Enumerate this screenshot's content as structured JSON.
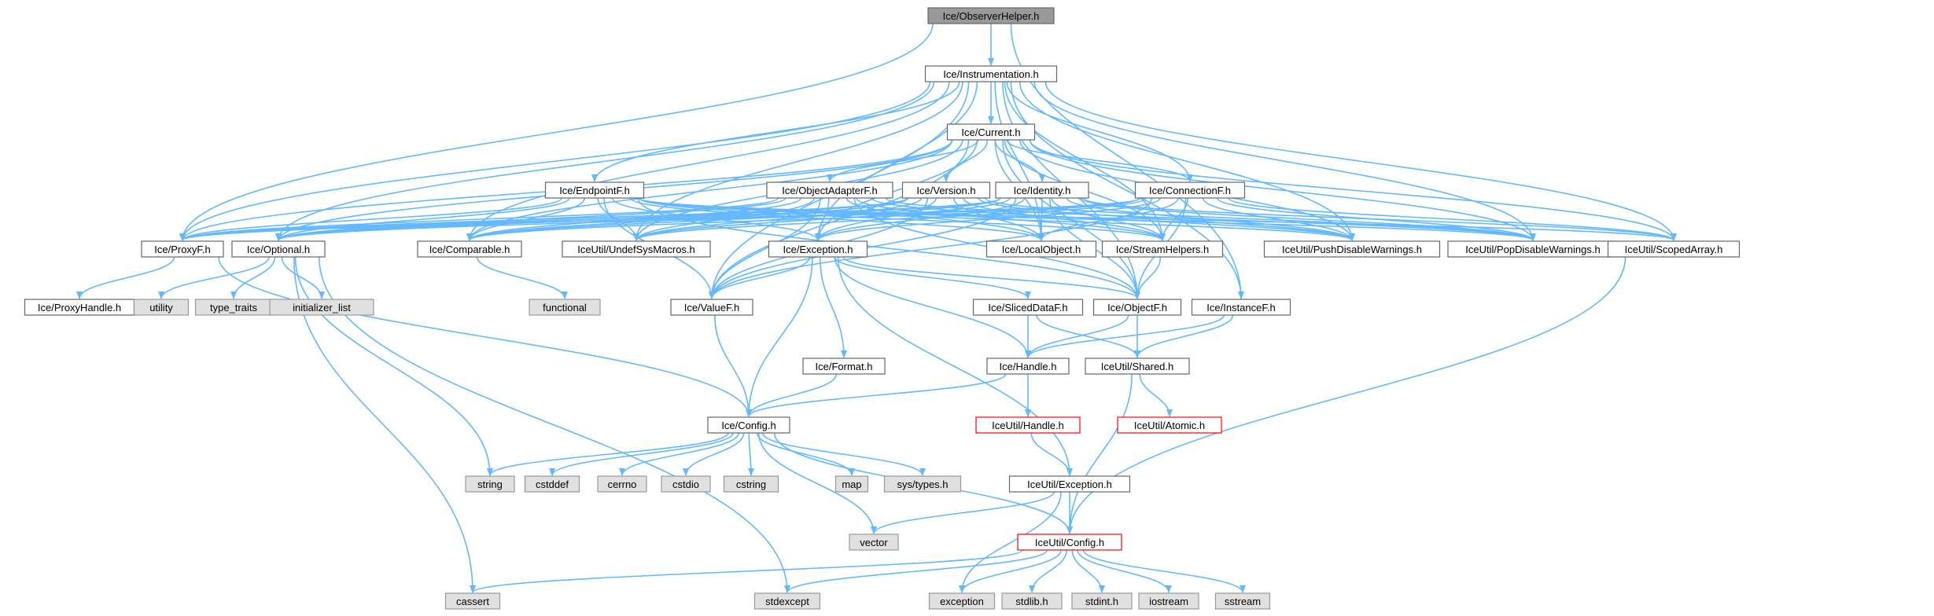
{
  "title": "Ice/ObserverHelper.h",
  "colors": {
    "edge": "#63b8ff",
    "root_fill": "#999999",
    "root_border": "#666666",
    "file_fill": "#ffffff",
    "file_border": "#666666",
    "system_fill": "#e0e0e0",
    "system_border": "#999999",
    "truncated_border": "#ff0000"
  },
  "nodes": [
    {
      "id": "root",
      "label": "Ice/ObserverHelper.h",
      "kind": "root"
    },
    {
      "id": "instr",
      "label": "Ice/Instrumentation.h",
      "kind": "file"
    },
    {
      "id": "current",
      "label": "Ice/Current.h",
      "kind": "file"
    },
    {
      "id": "endpointF",
      "label": "Ice/EndpointF.h",
      "kind": "file"
    },
    {
      "id": "adapterF",
      "label": "Ice/ObjectAdapterF.h",
      "kind": "file"
    },
    {
      "id": "version",
      "label": "Ice/Version.h",
      "kind": "file"
    },
    {
      "id": "identity",
      "label": "Ice/Identity.h",
      "kind": "file"
    },
    {
      "id": "connF",
      "label": "Ice/ConnectionF.h",
      "kind": "file"
    },
    {
      "id": "proxyF",
      "label": "Ice/ProxyF.h",
      "kind": "file"
    },
    {
      "id": "optional",
      "label": "Ice/Optional.h",
      "kind": "file"
    },
    {
      "id": "comparable",
      "label": "Ice/Comparable.h",
      "kind": "file"
    },
    {
      "id": "undef",
      "label": "IceUtil/UndefSysMacros.h",
      "kind": "file"
    },
    {
      "id": "exception",
      "label": "Ice/Exception.h",
      "kind": "file"
    },
    {
      "id": "localobj",
      "label": "Ice/LocalObject.h",
      "kind": "file"
    },
    {
      "id": "streamh",
      "label": "Ice/StreamHelpers.h",
      "kind": "file"
    },
    {
      "id": "push",
      "label": "IceUtil/PushDisableWarnings.h",
      "kind": "file"
    },
    {
      "id": "pop",
      "label": "IceUtil/PopDisableWarnings.h",
      "kind": "file"
    },
    {
      "id": "scoped",
      "label": "IceUtil/ScopedArray.h",
      "kind": "file"
    },
    {
      "id": "proxyhandle",
      "label": "Ice/ProxyHandle.h",
      "kind": "file"
    },
    {
      "id": "utility",
      "label": "utility",
      "kind": "system"
    },
    {
      "id": "typetraits",
      "label": "type_traits",
      "kind": "system"
    },
    {
      "id": "initlist",
      "label": "initializer_list",
      "kind": "system"
    },
    {
      "id": "functional",
      "label": "functional",
      "kind": "system"
    },
    {
      "id": "valueF",
      "label": "Ice/ValueF.h",
      "kind": "file"
    },
    {
      "id": "slicedF",
      "label": "Ice/SlicedDataF.h",
      "kind": "file"
    },
    {
      "id": "objectF",
      "label": "Ice/ObjectF.h",
      "kind": "file"
    },
    {
      "id": "instanceF",
      "label": "Ice/InstanceF.h",
      "kind": "file"
    },
    {
      "id": "format",
      "label": "Ice/Format.h",
      "kind": "file"
    },
    {
      "id": "handle",
      "label": "Ice/Handle.h",
      "kind": "file"
    },
    {
      "id": "shared",
      "label": "IceUtil/Shared.h",
      "kind": "file"
    },
    {
      "id": "uhandle",
      "label": "IceUtil/Handle.h",
      "kind": "truncated"
    },
    {
      "id": "atomic",
      "label": "IceUtil/Atomic.h",
      "kind": "truncated"
    },
    {
      "id": "config",
      "label": "Ice/Config.h",
      "kind": "file"
    },
    {
      "id": "string",
      "label": "string",
      "kind": "system"
    },
    {
      "id": "cstddef",
      "label": "cstddef",
      "kind": "system"
    },
    {
      "id": "cerrno",
      "label": "cerrno",
      "kind": "system"
    },
    {
      "id": "cstdio",
      "label": "cstdio",
      "kind": "system"
    },
    {
      "id": "cstring",
      "label": "cstring",
      "kind": "system"
    },
    {
      "id": "map",
      "label": "map",
      "kind": "system"
    },
    {
      "id": "systypes",
      "label": "sys/types.h",
      "kind": "system"
    },
    {
      "id": "uexception",
      "label": "IceUtil/Exception.h",
      "kind": "file"
    },
    {
      "id": "vector",
      "label": "vector",
      "kind": "system"
    },
    {
      "id": "uconfig",
      "label": "IceUtil/Config.h",
      "kind": "truncated"
    },
    {
      "id": "cassert",
      "label": "cassert",
      "kind": "system"
    },
    {
      "id": "stdexcept",
      "label": "stdexcept",
      "kind": "system"
    },
    {
      "id": "exceptionstd",
      "label": "exception",
      "kind": "system"
    },
    {
      "id": "stdlib",
      "label": "stdlib.h",
      "kind": "system"
    },
    {
      "id": "stdint",
      "label": "stdint.h",
      "kind": "system"
    },
    {
      "id": "iostream",
      "label": "iostream",
      "kind": "system"
    },
    {
      "id": "sstream",
      "label": "sstream",
      "kind": "system"
    }
  ],
  "edges": [
    [
      "root",
      "instr"
    ],
    [
      "root",
      "proxyF"
    ],
    [
      "root",
      "instanceF"
    ],
    [
      "instr",
      "current"
    ],
    [
      "instr",
      "endpointF"
    ],
    [
      "instr",
      "connF"
    ],
    [
      "instr",
      "proxyF"
    ],
    [
      "instr",
      "optional"
    ],
    [
      "instr",
      "comparable"
    ],
    [
      "instr",
      "undef"
    ],
    [
      "instr",
      "exception"
    ],
    [
      "instr",
      "localobj"
    ],
    [
      "instr",
      "streamh"
    ],
    [
      "instr",
      "push"
    ],
    [
      "instr",
      "pop"
    ],
    [
      "instr",
      "scoped"
    ],
    [
      "instr",
      "objectF"
    ],
    [
      "instr",
      "valueF"
    ],
    [
      "instr",
      "instanceF"
    ],
    [
      "current",
      "adapterF"
    ],
    [
      "current",
      "version"
    ],
    [
      "current",
      "identity"
    ],
    [
      "current",
      "connF"
    ],
    [
      "current",
      "proxyF"
    ],
    [
      "current",
      "optional"
    ],
    [
      "current",
      "comparable"
    ],
    [
      "current",
      "undef"
    ],
    [
      "current",
      "exception"
    ],
    [
      "current",
      "localobj"
    ],
    [
      "current",
      "streamh"
    ],
    [
      "current",
      "push"
    ],
    [
      "current",
      "pop"
    ],
    [
      "current",
      "scoped"
    ],
    [
      "current",
      "objectF"
    ],
    [
      "current",
      "valueF"
    ],
    [
      "endpointF",
      "proxyF"
    ],
    [
      "endpointF",
      "optional"
    ],
    [
      "endpointF",
      "comparable"
    ],
    [
      "endpointF",
      "undef"
    ],
    [
      "endpointF",
      "exception"
    ],
    [
      "endpointF",
      "localobj"
    ],
    [
      "endpointF",
      "streamh"
    ],
    [
      "endpointF",
      "push"
    ],
    [
      "endpointF",
      "pop"
    ],
    [
      "endpointF",
      "scoped"
    ],
    [
      "endpointF",
      "valueF"
    ],
    [
      "endpointF",
      "objectF"
    ],
    [
      "adapterF",
      "proxyF"
    ],
    [
      "adapterF",
      "optional"
    ],
    [
      "adapterF",
      "comparable"
    ],
    [
      "adapterF",
      "undef"
    ],
    [
      "adapterF",
      "exception"
    ],
    [
      "adapterF",
      "localobj"
    ],
    [
      "adapterF",
      "streamh"
    ],
    [
      "adapterF",
      "push"
    ],
    [
      "adapterF",
      "pop"
    ],
    [
      "adapterF",
      "valueF"
    ],
    [
      "adapterF",
      "objectF"
    ],
    [
      "version",
      "proxyF"
    ],
    [
      "version",
      "optional"
    ],
    [
      "version",
      "comparable"
    ],
    [
      "version",
      "undef"
    ],
    [
      "version",
      "exception"
    ],
    [
      "version",
      "localobj"
    ],
    [
      "version",
      "streamh"
    ],
    [
      "version",
      "push"
    ],
    [
      "version",
      "pop"
    ],
    [
      "version",
      "valueF"
    ],
    [
      "identity",
      "proxyF"
    ],
    [
      "identity",
      "optional"
    ],
    [
      "identity",
      "comparable"
    ],
    [
      "identity",
      "undef"
    ],
    [
      "identity",
      "exception"
    ],
    [
      "identity",
      "localobj"
    ],
    [
      "identity",
      "streamh"
    ],
    [
      "identity",
      "push"
    ],
    [
      "identity",
      "pop"
    ],
    [
      "identity",
      "scoped"
    ],
    [
      "identity",
      "valueF"
    ],
    [
      "identity",
      "objectF"
    ],
    [
      "connF",
      "proxyF"
    ],
    [
      "connF",
      "optional"
    ],
    [
      "connF",
      "comparable"
    ],
    [
      "connF",
      "undef"
    ],
    [
      "connF",
      "exception"
    ],
    [
      "connF",
      "localobj"
    ],
    [
      "connF",
      "streamh"
    ],
    [
      "connF",
      "push"
    ],
    [
      "connF",
      "pop"
    ],
    [
      "connF",
      "scoped"
    ],
    [
      "connF",
      "valueF"
    ],
    [
      "connF",
      "objectF"
    ],
    [
      "proxyF",
      "proxyhandle"
    ],
    [
      "proxyF",
      "config"
    ],
    [
      "optional",
      "utility"
    ],
    [
      "optional",
      "typetraits"
    ],
    [
      "optional",
      "initlist"
    ],
    [
      "optional",
      "string"
    ],
    [
      "optional",
      "cassert"
    ],
    [
      "optional",
      "stdexcept"
    ],
    [
      "comparable",
      "functional"
    ],
    [
      "exception",
      "valueF"
    ],
    [
      "exception",
      "slicedF"
    ],
    [
      "exception",
      "objectF"
    ],
    [
      "exception",
      "format"
    ],
    [
      "exception",
      "handle"
    ],
    [
      "exception",
      "config"
    ],
    [
      "exception",
      "uexception"
    ],
    [
      "streamh",
      "objectF"
    ],
    [
      "scoped",
      "uconfig"
    ],
    [
      "valueF",
      "config"
    ],
    [
      "slicedF",
      "handle"
    ],
    [
      "slicedF",
      "shared"
    ],
    [
      "objectF",
      "handle"
    ],
    [
      "objectF",
      "shared"
    ],
    [
      "instanceF",
      "handle"
    ],
    [
      "instanceF",
      "shared"
    ],
    [
      "format",
      "config"
    ],
    [
      "handle",
      "uhandle"
    ],
    [
      "handle",
      "config"
    ],
    [
      "shared",
      "atomic"
    ],
    [
      "shared",
      "uconfig"
    ],
    [
      "uhandle",
      "uexception"
    ],
    [
      "config",
      "string"
    ],
    [
      "config",
      "cstddef"
    ],
    [
      "config",
      "cerrno"
    ],
    [
      "config",
      "cstdio"
    ],
    [
      "config",
      "cstring"
    ],
    [
      "config",
      "map"
    ],
    [
      "config",
      "systypes"
    ],
    [
      "config",
      "vector"
    ],
    [
      "config",
      "uconfig"
    ],
    [
      "uexception",
      "vector"
    ],
    [
      "uexception",
      "uconfig"
    ],
    [
      "uexception",
      "exceptionstd"
    ],
    [
      "uconfig",
      "cassert"
    ],
    [
      "uconfig",
      "stdexcept"
    ],
    [
      "uconfig",
      "exceptionstd"
    ],
    [
      "uconfig",
      "stdlib"
    ],
    [
      "uconfig",
      "stdint"
    ],
    [
      "uconfig",
      "iostream"
    ],
    [
      "uconfig",
      "sstream"
    ]
  ]
}
